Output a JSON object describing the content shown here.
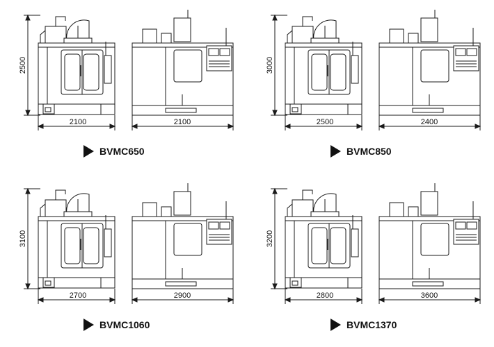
{
  "panels": [
    {
      "model": "BVMC650",
      "height": "2500",
      "front_width": "2100",
      "side_width": "2100"
    },
    {
      "model": "BVMC850",
      "height": "3000",
      "front_width": "2500",
      "side_width": "2400"
    },
    {
      "model": "BVMC1060",
      "height": "3100",
      "front_width": "2700",
      "side_width": "2900"
    },
    {
      "model": "BVMC1370",
      "height": "3200",
      "front_width": "2800",
      "side_width": "3600"
    }
  ],
  "colors": {
    "line": "#1a1a1a",
    "fill": "#ffffff",
    "caption_marker": "#111111"
  },
  "icons": {
    "caption_marker": "triangle-right-icon"
  }
}
